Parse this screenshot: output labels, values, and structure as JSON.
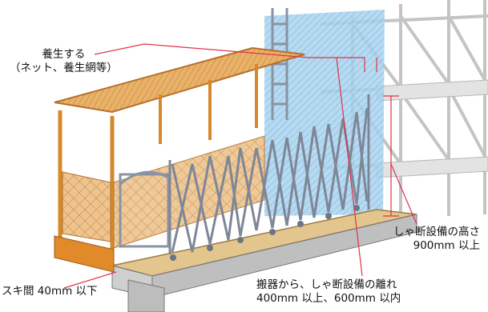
{
  "callouts": {
    "protection": {
      "line1": "養生する",
      "line2": "（ネット、養生網等）"
    },
    "barrier_height": {
      "line1": "しゃ断設備の高さ",
      "line2": "900mm 以上"
    },
    "barrier_distance": {
      "line1": "搬器から、しゃ断設備の離れ",
      "line2": "400mm 以上、600mm 以内"
    },
    "gap": {
      "text": "スキ間 40mm 以下"
    }
  },
  "colors": {
    "callout_line": "#e0334a",
    "cage_frame": "#d6882b",
    "cage_mesh": "#e7b77a",
    "fence": "#8d97a8",
    "scaffold": "#c9c9c9",
    "net": "#8fc3e2",
    "platform": "#e3c68d"
  }
}
